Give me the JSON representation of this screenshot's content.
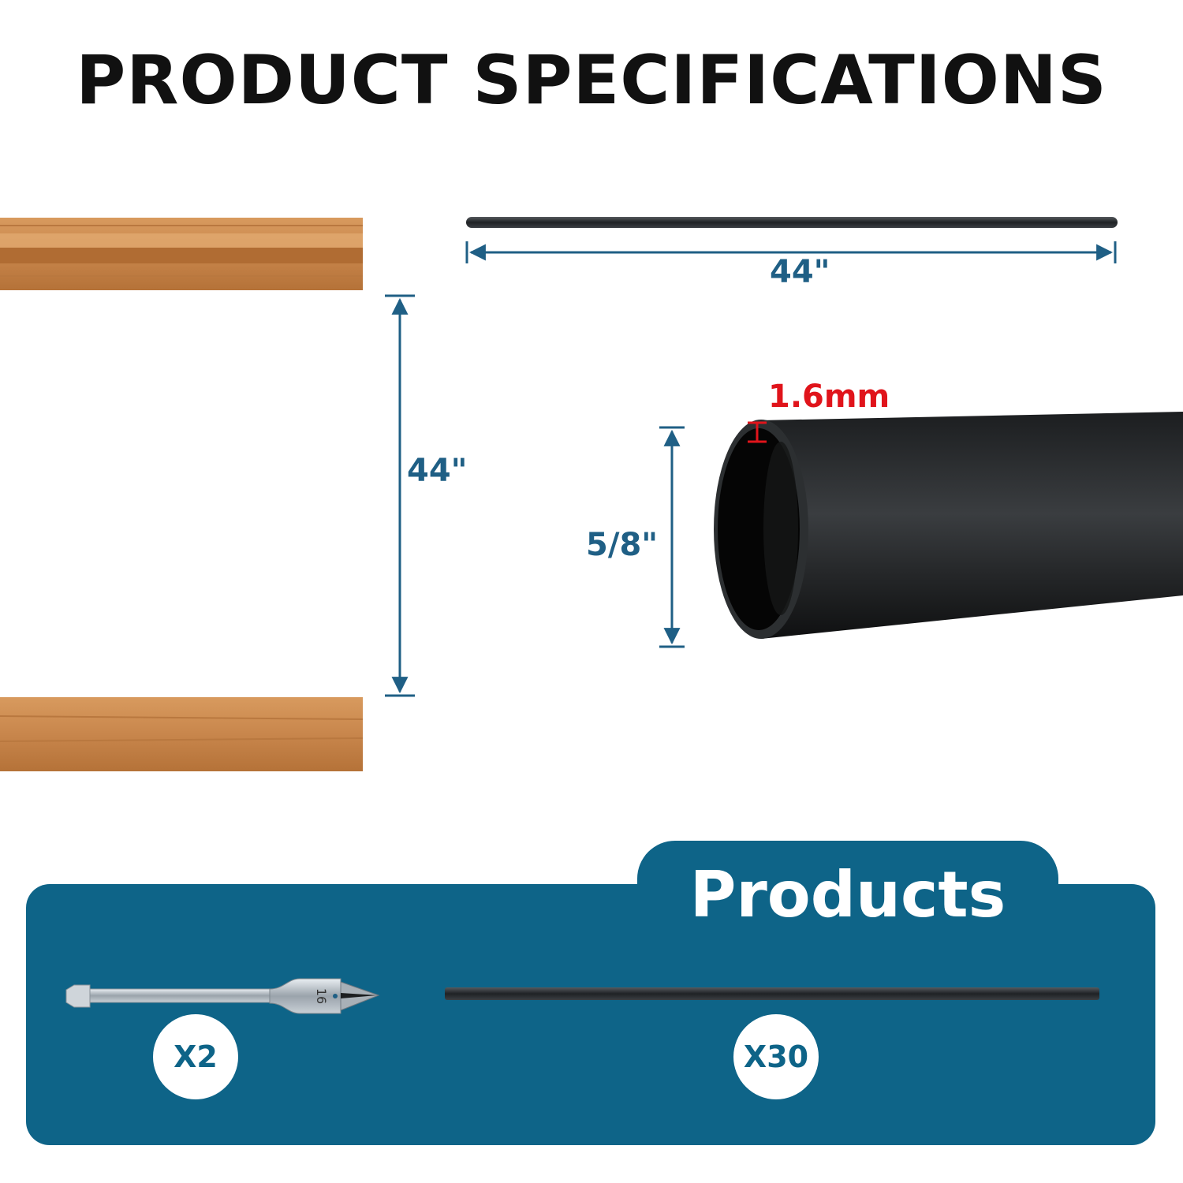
{
  "title": "PRODUCT SPECIFICATIONS",
  "colors": {
    "accent": "#1f5f85",
    "panel": "#0e6488",
    "highlight": "#e0141b",
    "wood": "#c8864c",
    "rod": "#2a2d30"
  },
  "dimensions": {
    "railing_height": "44\"",
    "rod_length": "44\"",
    "wall_thickness": "1.6mm",
    "diameter": "5/8\""
  },
  "products": {
    "heading": "Products",
    "items": [
      {
        "icon": "spade-drill-bit-icon",
        "bit_marking": "16",
        "quantity": "X2"
      },
      {
        "icon": "metal-rod-icon",
        "quantity": "X30"
      }
    ]
  }
}
